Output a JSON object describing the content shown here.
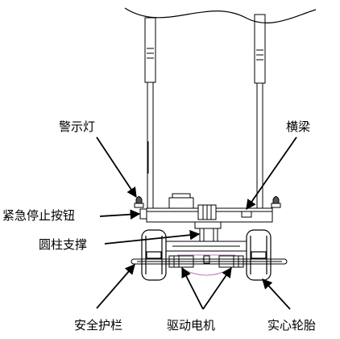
{
  "labels": {
    "warning_light": "警示灯",
    "crossbeam": "横梁",
    "emergency_stop": "紧急停止按钮",
    "cylinder_support": "圆柱支撑",
    "guardrail": "安全护栏",
    "drive_motor": "驱动电机",
    "solid_tire": "实心轮胎"
  },
  "colors": {
    "line": "#000000",
    "motor_accent": "#c07cc0",
    "background": "#ffffff"
  }
}
